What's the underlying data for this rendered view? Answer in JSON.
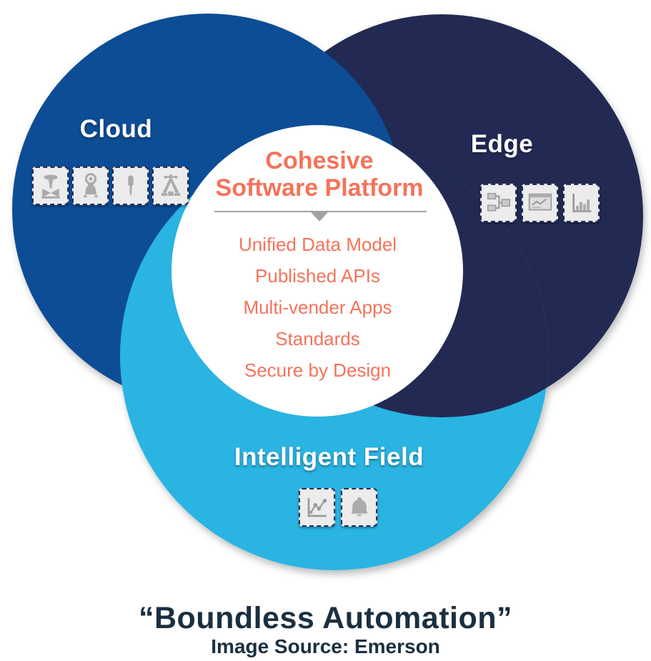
{
  "diagram": {
    "cloud": {
      "label": "Cloud",
      "color": "#0d4e95",
      "icons": [
        "control-valve",
        "pressure-transmitter",
        "thermowell-probe",
        "frame-valve"
      ]
    },
    "edge": {
      "label": "Edge",
      "color": "#202a52",
      "icons": [
        "flow-diagram",
        "hmi-screen",
        "bar-chart"
      ]
    },
    "field": {
      "label": "Intelligent Field",
      "color": "#29b4e2",
      "icons": [
        "trend-chart",
        "alarm-bell"
      ]
    },
    "center": {
      "bg_color": "#ffffff",
      "accent_color": "#f4735a",
      "title_line1": "Cohesive",
      "title_line2": "Software Platform",
      "items": [
        "Unified Data Model",
        "Published APIs",
        "Multi-vender Apps",
        "Standards",
        "Secure by Design"
      ]
    }
  },
  "caption": {
    "title": "“Boundless Automation”",
    "source": "Image Source: Emerson",
    "color": "#1b2f40"
  }
}
